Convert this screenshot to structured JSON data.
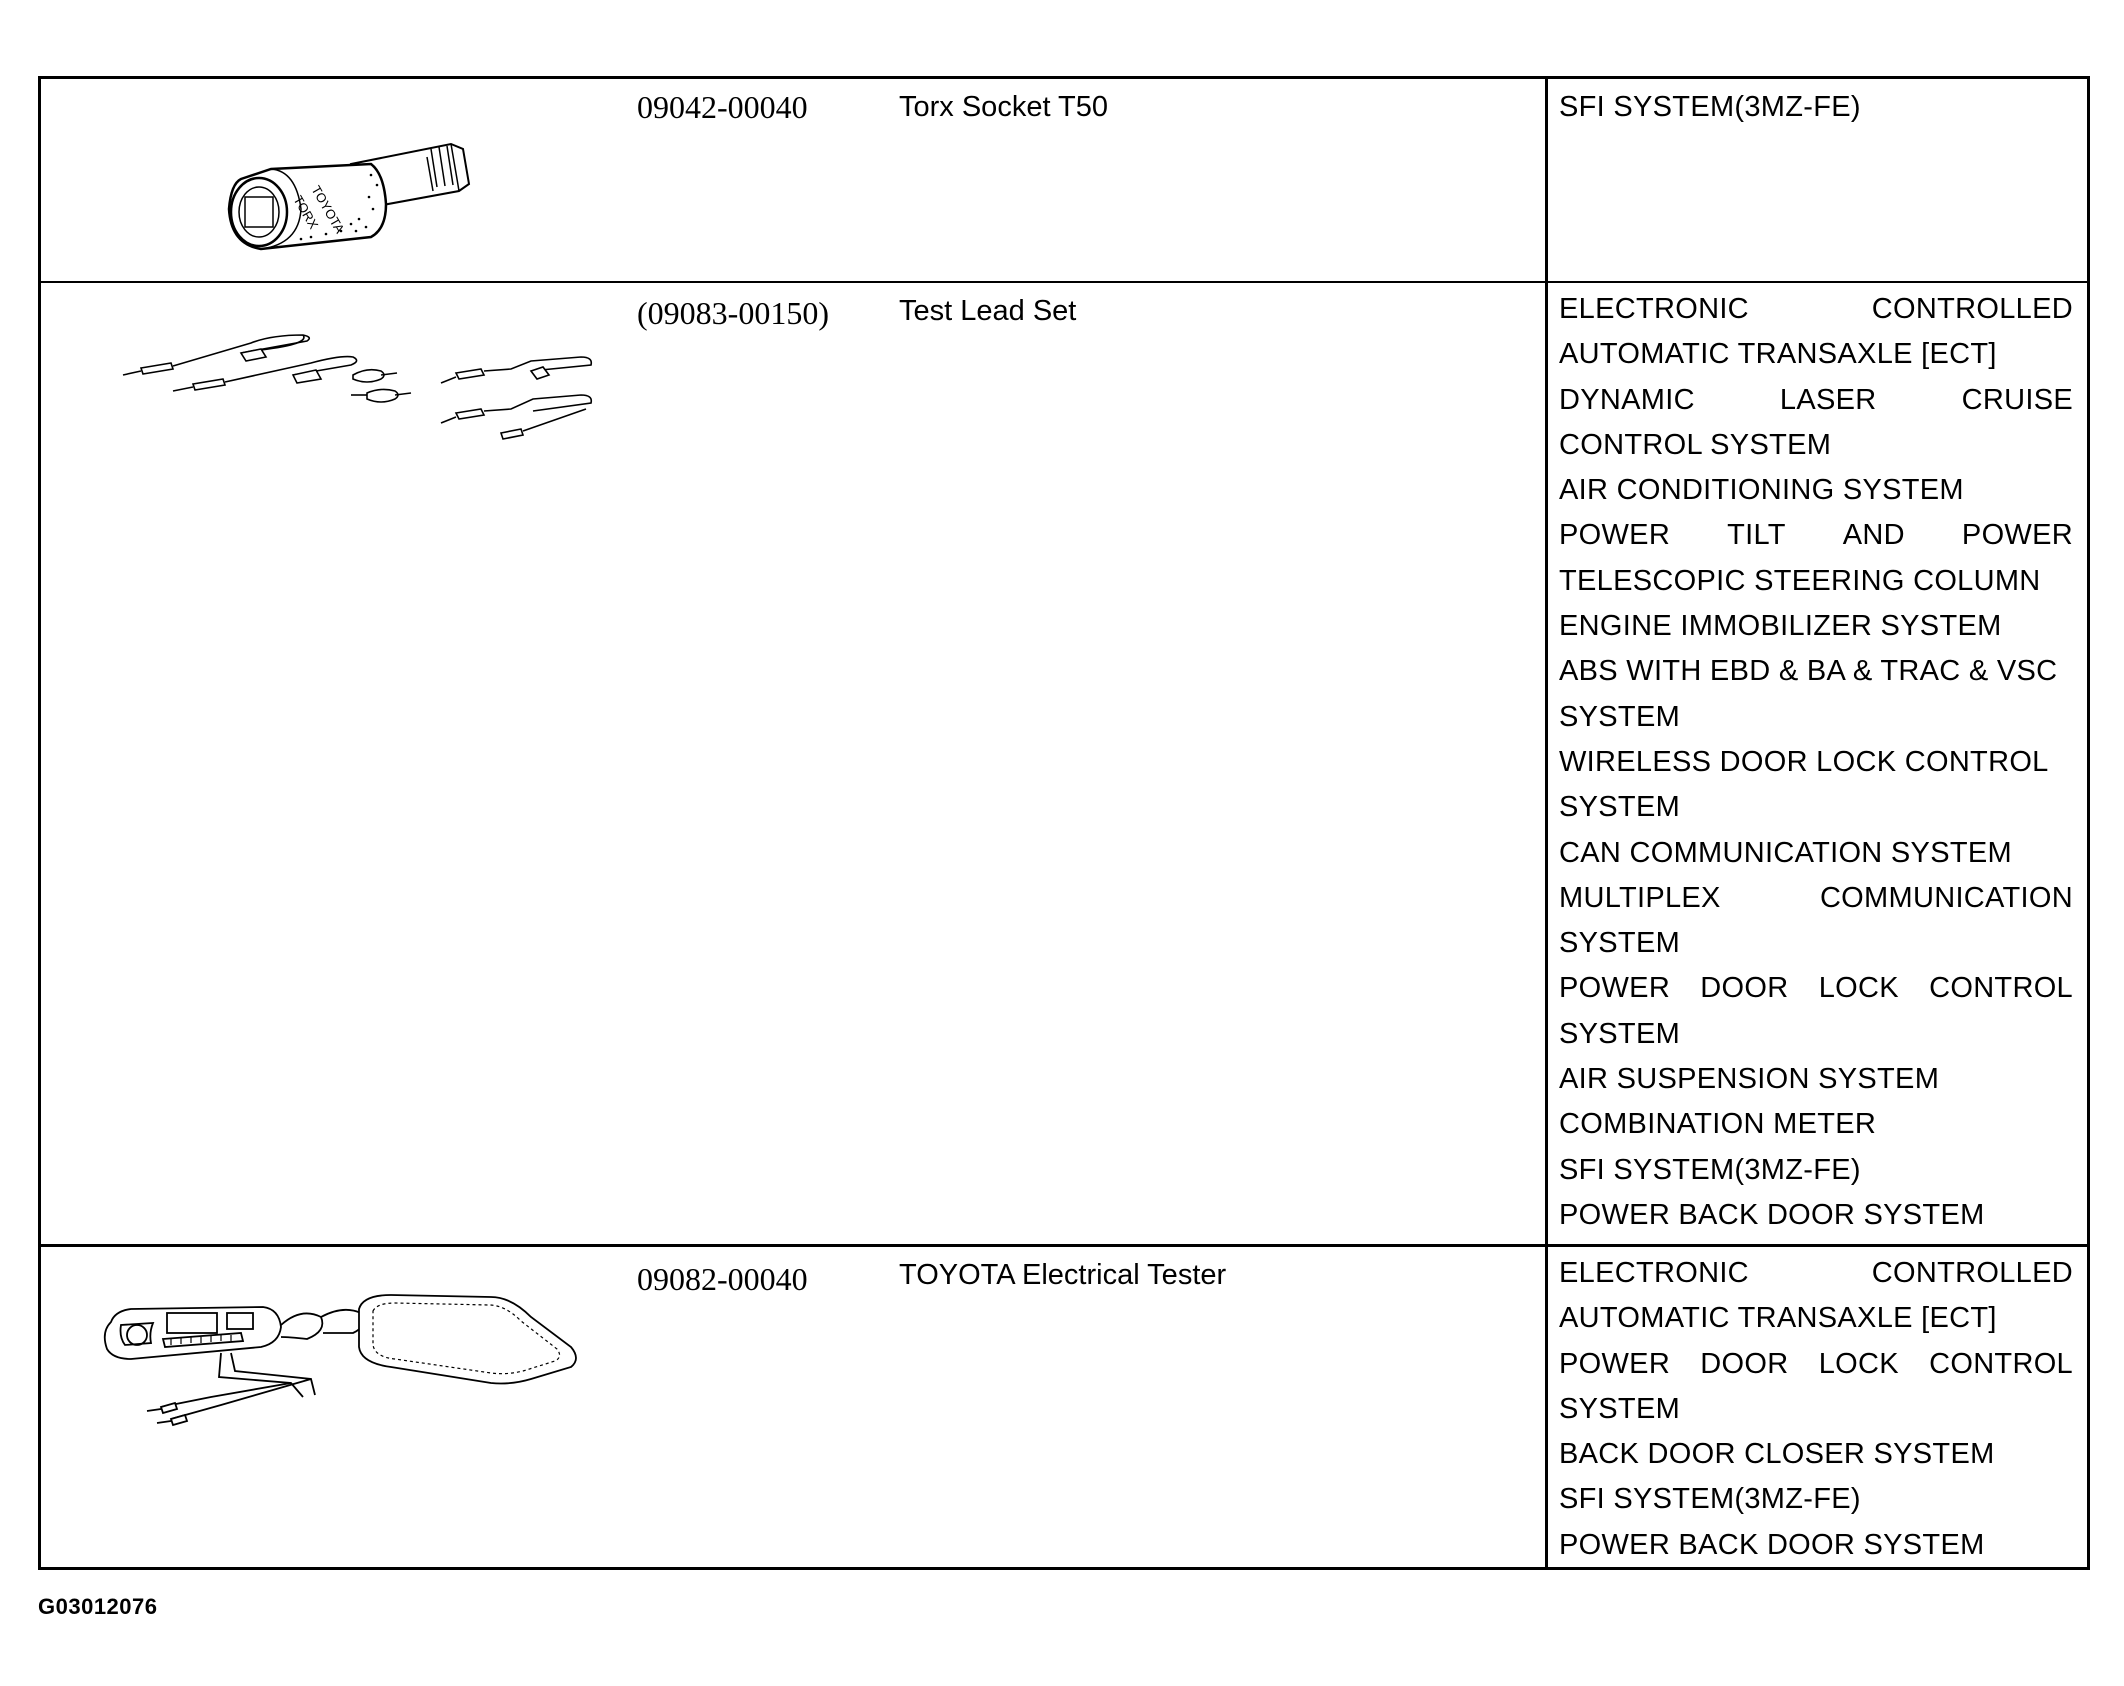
{
  "rows": [
    {
      "part_no": "09042-00040",
      "part_name": "Torx Socket T50",
      "illustration": "torx-socket-illustration",
      "systems_lines": [
        "SFI  SYSTEM(3MZ-FE)"
      ]
    },
    {
      "part_no": "(09083-00150)",
      "part_name": "Test Lead Set",
      "illustration": "test-lead-set-illustration",
      "systems_lines": [
        "ELECTRONIC CONTROLLED",
        "AUTOMATIC TRANSAXLE [ECT]",
        "DYNAMIC LASER CRUISE",
        "CONTROL SYSTEM",
        "AIR CONDITIONING SYSTEM",
        "POWER TILT AND POWER",
        "TELESCOPIC STEERING COLUMN",
        "ENGINE IMMOBILIZER SYSTEM",
        "ABS WITH EBD & BA & TRAC & VSC",
        "SYSTEM",
        "WIRELESS DOOR LOCK CONTROL",
        "SYSTEM",
        "CAN COMMUNICATION SYSTEM",
        "MULTIPLEX COMMUNICATION",
        "SYSTEM",
        "POWER DOOR LOCK CONTROL",
        "SYSTEM",
        "AIR SUSPENSION SYSTEM",
        "COMBINATION METER",
        "SFI  SYSTEM(3MZ-FE)",
        "POWER BACK DOOR SYSTEM"
      ]
    },
    {
      "part_no": "09082-00040",
      "part_name": "TOYOTA Electrical Tester",
      "illustration": "electrical-tester-illustration",
      "systems_lines": [
        "ELECTRONIC CONTROLLED",
        "AUTOMATIC TRANSAXLE [ECT]",
        "POWER DOOR LOCK CONTROL",
        "SYSTEM",
        "BACK DOOR CLOSER SYSTEM",
        "SFI  SYSTEM(3MZ-FE)",
        "POWER BACK DOOR SYSTEM"
      ]
    }
  ],
  "figure_id": "G03012076"
}
